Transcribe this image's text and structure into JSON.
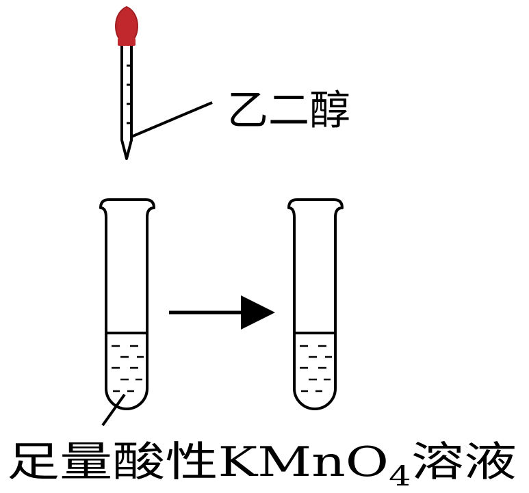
{
  "labels": {
    "dropper_reagent": "乙二醇",
    "solution_prefix": "足量酸性KMnO",
    "solution_subscript": "4",
    "solution_suffix": "溶液"
  },
  "colors": {
    "line": "#000000",
    "bulb": "#c0282d",
    "background": "#ffffff"
  },
  "icons": {
    "dropper": "dropper-icon",
    "test_tube": "test-tube-icon",
    "arrow": "arrow-right-icon"
  }
}
